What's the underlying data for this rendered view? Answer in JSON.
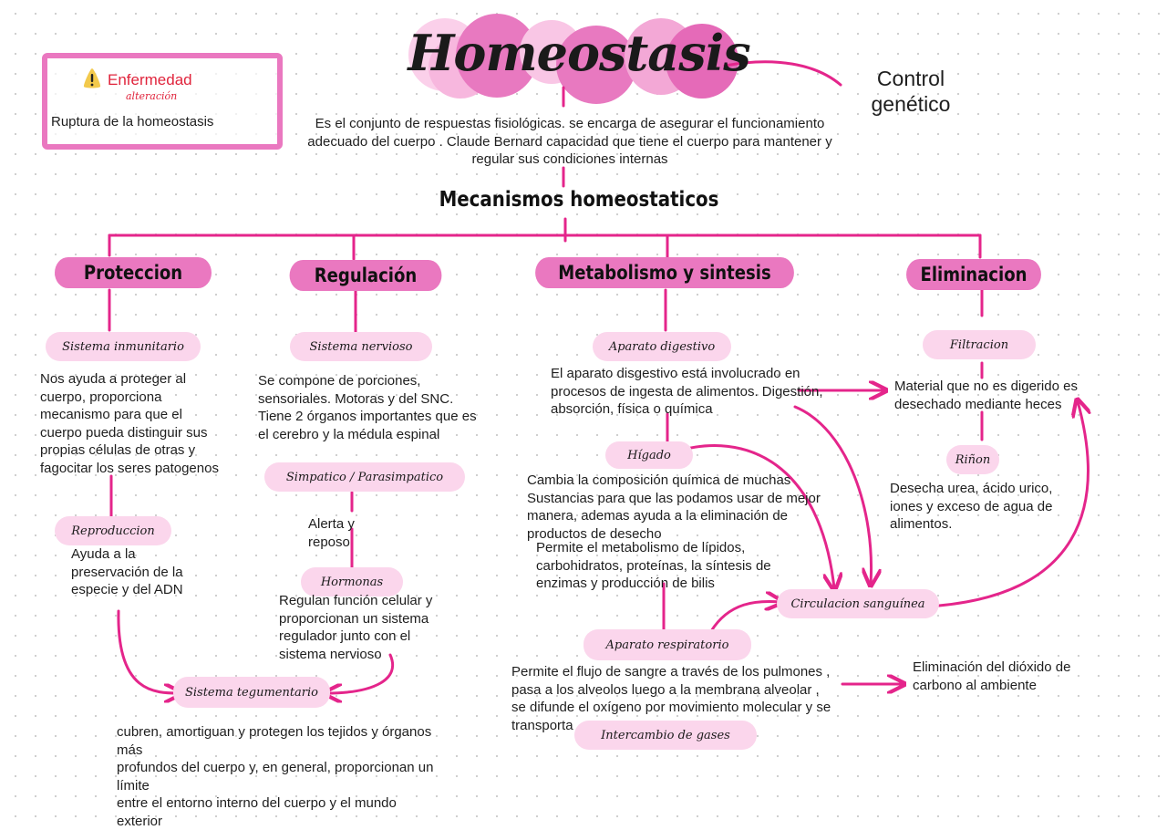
{
  "title": "Homeostasis",
  "definition": "Es el conjunto de respuestas fisiológicas.  se encarga de asegurar el funcionamiento adecuado del cuerpo . Claude Bernard capacidad que tiene el cuerpo para mantener y regular sus condiciones internas",
  "control": "Control genético",
  "disease": {
    "icon": "warning-icon",
    "heading": "Enfermedad",
    "subheading": "alteración",
    "text": "Ruptura de la homeostasis"
  },
  "mechanisms_title": "Mecanismos homeostaticos",
  "branches": {
    "proteccion": "Proteccion",
    "regulacion": "Regulación",
    "metabolismo": "Metabolismo y sintesis",
    "eliminacion": "Eliminacion"
  },
  "nodes": {
    "inmunitario": "Sistema inmunitario",
    "inmunitario_text": "Nos ayuda a proteger al cuerpo, proporciona mecanismo para que el cuerpo pueda distinguir sus propias células de otras y fagocitar los seres patogenos",
    "reproduccion": "Reproduccion",
    "reproduccion_text": "Ayuda a la preservación de la especie y del ADN",
    "tegumentario": "Sistema tegumentario",
    "tegumentario_text": "cubren, amortiguan y protegen los tejidos y órganos más\nprofundos del cuerpo y, en general, proporcionan un límite\nentre el entorno interno del cuerpo y el mundo exterior",
    "nervioso": "Sistema nervioso",
    "nervioso_text": "Se compone de porciones, sensoriales. Motoras y del SNC. Tiene 2 órganos importantes que es el cerebro y la médula espinal",
    "simpatico": "Simpatico / Parasimpatico",
    "simpatico_text": "Alerta y reposo",
    "hormonas": "Hormonas",
    "hormonas_text": "Regulan función celular y proporcionan un sistema regulador junto con el sistema nervioso",
    "digestivo": "Aparato digestivo",
    "digestivo_text": "El aparato disgestivo está involucrado en procesos de ingesta de alimentos. Digestión, absorción, física o química",
    "higado": "Hígado",
    "higado_text": "Cambia la composición química de muchas Sustancias para que las podamos usar de mejor manera, ademas ayuda a la eliminación de productos de desecho",
    "higado_text2": "Permite el metabolismo de lípidos, carbohidratos, proteínas, la síntesis de enzimas y producción de bilis",
    "respiratorio": "Aparato respiratorio",
    "respiratorio_text": "Permite el flujo de sangre a través de los pulmones , pasa a los alveolos luego a la membrana alveolar , se difunde el oxígeno por movimiento molecular y se transporta",
    "intercambio": "Intercambio de gases",
    "circulacion": "Circulacion sanguínea",
    "co2_text": "Eliminación del dióxido de carbono al ambiente",
    "filtracion": "Filtracion",
    "filtracion_text": "Material que no es digerido es desechado mediante heces",
    "rinon": "Riñon",
    "rinon_text": "Desecha urea, ácido urico, iones y exceso de agua de alimentos."
  },
  "colors": {
    "accent": "#e4258b",
    "pill_main": "#ea78c0",
    "pill_sub": "#fbd6ec",
    "warning": "#f2c94c",
    "disease_text": "#e0243c"
  }
}
